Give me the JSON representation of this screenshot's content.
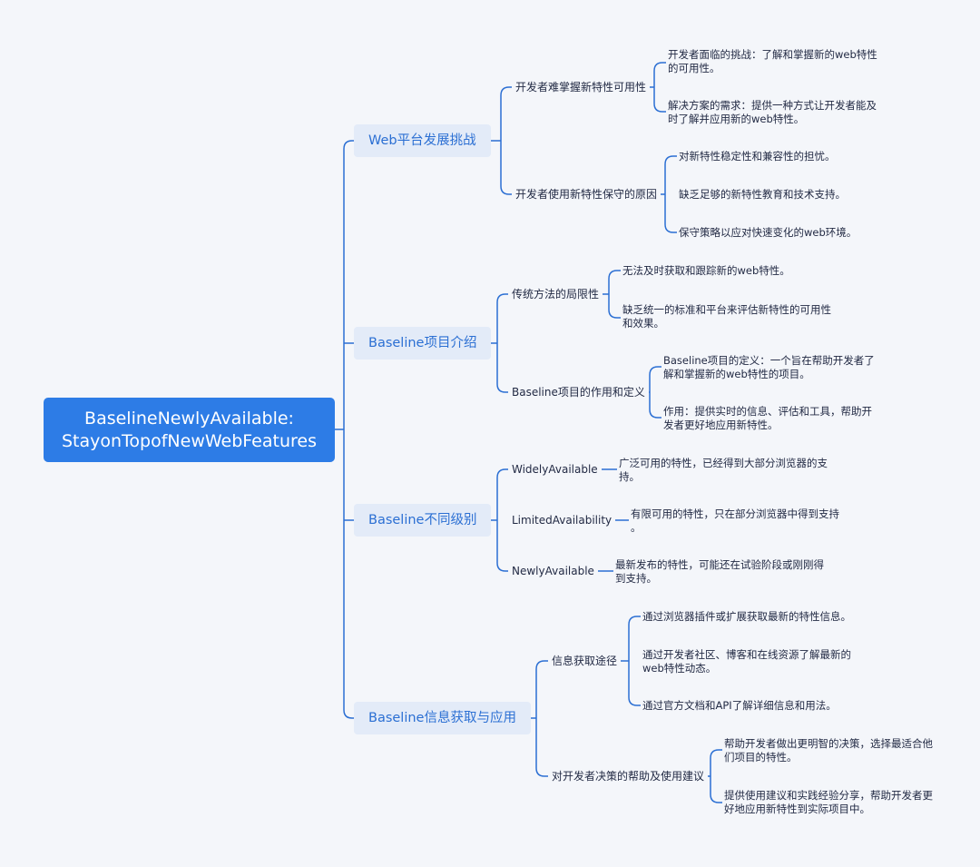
{
  "root": {
    "line1": "BaselineNewlyAvailable:",
    "line2": "StayonTopofNewWebFeatures"
  },
  "branches": [
    {
      "label": "Web平台发展挑战",
      "subs": [
        {
          "label": "开发者难掌握新特性可用性",
          "leaves": [
            [
              "开发者面临的挑战：了解和掌握新的web特性",
              "的可用性。"
            ],
            [
              "解决方案的需求：提供一种方式让开发者能及",
              "时了解并应用新的web特性。"
            ]
          ]
        },
        {
          "label": "开发者使用新特性保守的原因",
          "leaves": [
            [
              "对新特性稳定性和兼容性的担忧。"
            ],
            [
              "缺乏足够的新特性教育和技术支持。"
            ],
            [
              "保守策略以应对快速变化的web环境。"
            ]
          ]
        }
      ]
    },
    {
      "label": "Baseline项目介绍",
      "subs": [
        {
          "label": "传统方法的局限性",
          "leaves": [
            [
              "无法及时获取和跟踪新的web特性。"
            ],
            [
              "缺乏统一的标准和平台来评估新特性的可用性",
              "和效果。"
            ]
          ]
        },
        {
          "label": "Baseline项目的作用和定义",
          "leaves": [
            [
              "Baseline项目的定义：一个旨在帮助开发者了",
              "解和掌握新的web特性的项目。"
            ],
            [
              "作用：提供实时的信息、评估和工具，帮助开",
              "发者更好地应用新特性。"
            ]
          ]
        }
      ]
    },
    {
      "label": "Baseline不同级别",
      "subs": [
        {
          "label": "WidelyAvailable",
          "leaves": [
            [
              "广泛可用的特性，已经得到大部分浏览器的支",
              "持。"
            ]
          ]
        },
        {
          "label": "LimitedAvailability",
          "leaves": [
            [
              "有限可用的特性，只在部分浏览器中得到支持",
              "。"
            ]
          ]
        },
        {
          "label": "NewlyAvailable",
          "leaves": [
            [
              "最新发布的特性，可能还在试验阶段或刚刚得",
              "到支持。"
            ]
          ]
        }
      ]
    },
    {
      "label": "Baseline信息获取与应用",
      "subs": [
        {
          "label": "信息获取途径",
          "leaves": [
            [
              "通过浏览器插件或扩展获取最新的特性信息。"
            ],
            [
              "通过开发者社区、博客和在线资源了解最新的",
              "web特性动态。"
            ],
            [
              "通过官方文档和API了解详细信息和用法。"
            ]
          ]
        },
        {
          "label": "对开发者决策的帮助及使用建议",
          "leaves": [
            [
              "帮助开发者做出更明智的决策，选择最适合他",
              "们项目的特性。"
            ],
            [
              "提供使用建议和实践经验分享，帮助开发者更",
              "好地应用新特性到实际项目中。"
            ]
          ]
        }
      ]
    }
  ]
}
